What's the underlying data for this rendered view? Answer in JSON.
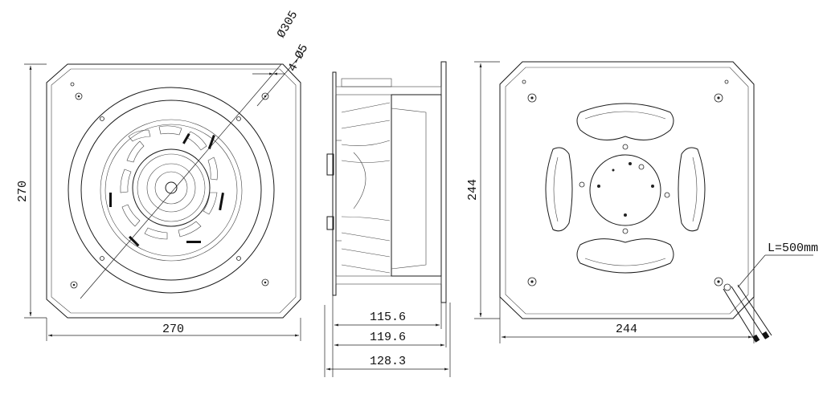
{
  "front_view": {
    "width_label": "270",
    "height_label": "270",
    "diameter_label": "Ø305",
    "holes_label": "4-Ø5"
  },
  "side_view": {
    "dim1_label": "115.6",
    "dim2_label": "119.6",
    "dim3_label": "128.3"
  },
  "back_view": {
    "width_label": "244",
    "height_label": "244",
    "cable_label": "L=500mm"
  }
}
